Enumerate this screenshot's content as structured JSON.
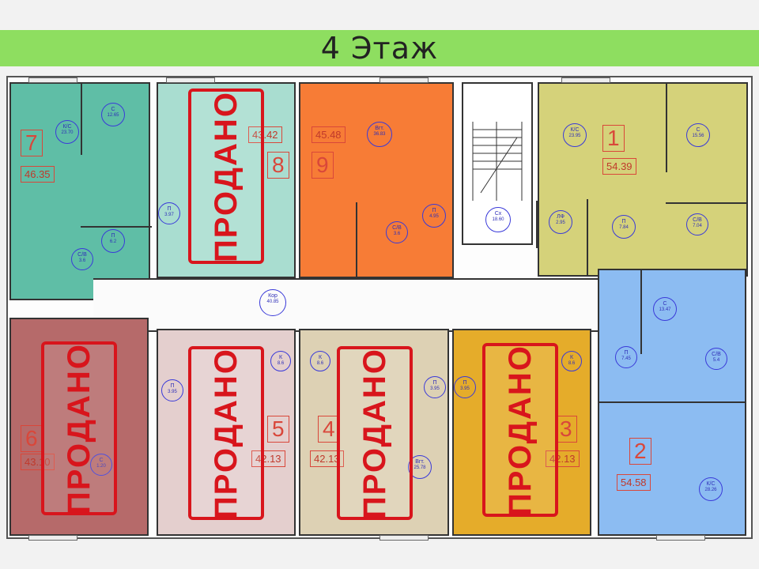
{
  "title": "4 Этаж",
  "sold_label": "ПРОДАНО",
  "colors": {
    "banner": "#8ede60",
    "stamp": "#d8151c"
  },
  "apartments": [
    {
      "number": "7",
      "area": "46.35",
      "sold": false,
      "color": "#5fbea6"
    },
    {
      "number": "8",
      "area": "43.42",
      "sold": true,
      "color": "#a9ddd0"
    },
    {
      "number": "9",
      "area": "45.48",
      "sold": false,
      "color": "#f77c36"
    },
    {
      "number": "1",
      "area": "54.39",
      "sold": false,
      "color": "#d5d27a"
    },
    {
      "number": "2",
      "area": "54.58",
      "sold": false,
      "color": "#8cbcf2"
    },
    {
      "number": "3",
      "area": "42.13",
      "sold": true,
      "color": "#e5ac2a"
    },
    {
      "number": "4",
      "area": "42.13",
      "sold": true,
      "color": "#ddd1b4"
    },
    {
      "number": "5",
      "area": "42.13",
      "sold": true,
      "color": "#e4cfce"
    },
    {
      "number": "6",
      "area": "43.10",
      "sold": true,
      "color": "#b66a6a"
    }
  ],
  "labels": {
    "corridor": {
      "name": "Кор",
      "area": "40.85"
    },
    "stair": {
      "name": "Сх",
      "area": "18.60"
    },
    "lift": {
      "name": "ЛФ",
      "area": "2.95"
    },
    "r7_ks": {
      "name": "К/С",
      "area": "23.70"
    },
    "r7_s": {
      "name": "С",
      "area": "12.65"
    },
    "r7_p": {
      "name": "П",
      "area": "6.2"
    },
    "r7_sv": {
      "name": "С/В",
      "area": "3.6"
    },
    "r8_p": {
      "name": "П",
      "area": "3.97"
    },
    "r9_vg": {
      "name": "Вгт.",
      "area": "36.83"
    },
    "r9_p": {
      "name": "П",
      "area": "4.95"
    },
    "r9_sv": {
      "name": "С/В",
      "area": "3.6"
    },
    "r1_ks": {
      "name": "К/С",
      "area": "23.95"
    },
    "r1_s": {
      "name": "С",
      "area": "15.56"
    },
    "r1_p": {
      "name": "П",
      "area": "7.84"
    },
    "r1_sv": {
      "name": "С/В",
      "area": "7.04"
    },
    "r2_s": {
      "name": "С",
      "area": "13.47"
    },
    "r2_p": {
      "name": "П",
      "area": "7.45"
    },
    "r2_sv": {
      "name": "С/В",
      "area": "5.4"
    },
    "r2_ks": {
      "name": "К/С",
      "area": "28.26"
    },
    "r3_k": {
      "name": "К",
      "area": "8.6"
    },
    "r3_p": {
      "name": "П",
      "area": "3.95"
    },
    "r4_k": {
      "name": "К",
      "area": "8.6"
    },
    "r4_p": {
      "name": "П",
      "area": "3.95"
    },
    "r4_vg": {
      "name": "Вгт.",
      "area": "25.78"
    },
    "r5_k": {
      "name": "К",
      "area": "8.6"
    },
    "r5_p": {
      "name": "П",
      "area": "3.95"
    },
    "r6_c": {
      "name": "С",
      "area": "1.20"
    }
  }
}
